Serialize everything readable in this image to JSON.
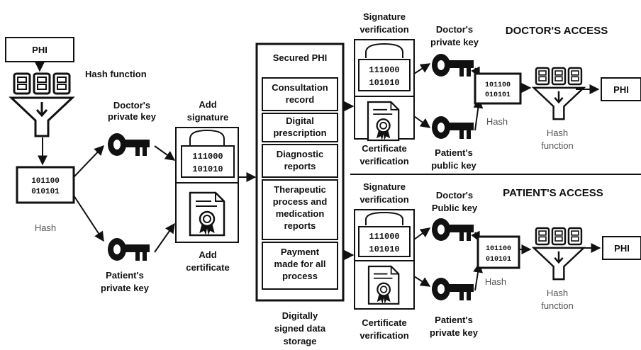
{
  "source": {
    "phi_label": "PHI",
    "hash_function_label": "Hash function",
    "hash_value": [
      "101100",
      "010101"
    ],
    "hash_label": "Hash"
  },
  "keys": {
    "doctor_private": [
      "Doctor's",
      "private key"
    ],
    "patient_private": [
      "Patient's",
      "private key"
    ]
  },
  "signing": {
    "add_signature": [
      "Add",
      "signature"
    ],
    "sig_value": [
      "111000",
      "101010"
    ],
    "add_certificate": [
      "Add",
      "certificate"
    ]
  },
  "storage": {
    "title": "Secured PHI",
    "items": [
      [
        "Consultation",
        "record"
      ],
      [
        "Digital",
        "prescription"
      ],
      [
        "Diagnostic",
        "reports"
      ],
      [
        "Therapeutic",
        "process and",
        "medication",
        "reports"
      ],
      [
        "Payment",
        "made for all",
        "process"
      ]
    ],
    "caption": [
      "Digitally",
      "signed data",
      "storage"
    ]
  },
  "doctor_access": {
    "title": "DOCTOR'S ACCESS",
    "signature_verification": [
      "Signature",
      "verification"
    ],
    "sig_value": [
      "111000",
      "101010"
    ],
    "certificate_verification": [
      "Certificate",
      "verification"
    ],
    "key_top": [
      "Doctor's",
      "private key"
    ],
    "key_bottom": [
      "Patient's",
      "public key"
    ],
    "hash_value": [
      "101100",
      "010101"
    ],
    "hash_label": "Hash",
    "hash_function": [
      "Hash",
      "function"
    ],
    "phi_label": "PHI"
  },
  "patient_access": {
    "title": "PATIENT'S ACCESS",
    "signature_verification": [
      "Signature",
      "verification"
    ],
    "sig_value": [
      "111000",
      "101010"
    ],
    "certificate_verification": [
      "Certificate",
      "verification"
    ],
    "key_top": [
      "Doctor's",
      "Public key"
    ],
    "key_bottom": [
      "Patient's",
      "private key"
    ],
    "hash_value": [
      "101100",
      "010101"
    ],
    "hash_label": "Hash",
    "hash_function": [
      "Hash",
      "function"
    ],
    "phi_label": "PHI"
  }
}
